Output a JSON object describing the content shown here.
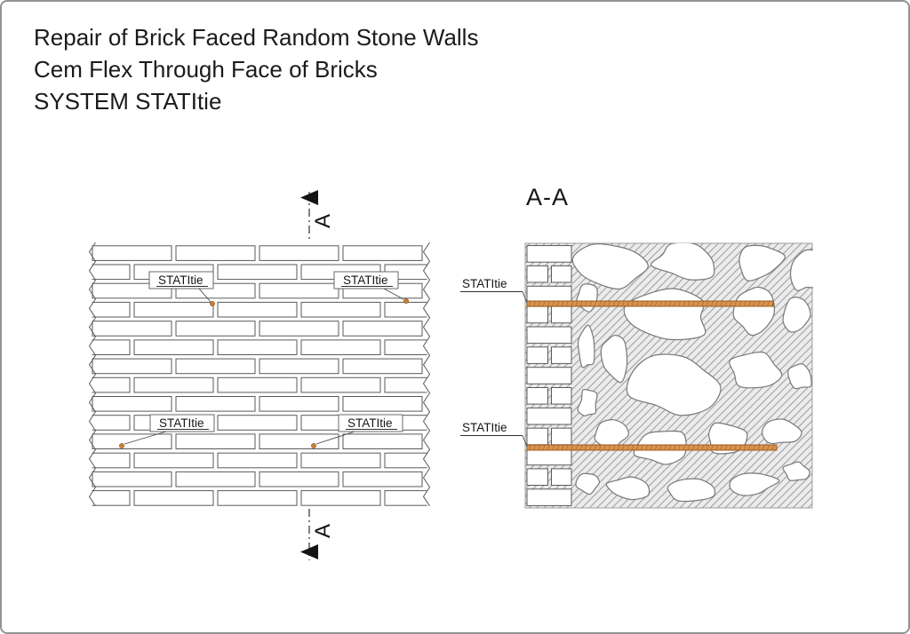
{
  "title": {
    "line1": "Repair of Brick Faced Random Stone Walls",
    "line2": "Cem Flex Through Face of Bricks",
    "line3": "SYSTEM STATItie"
  },
  "elevation_view": {
    "tie_labels": [
      "STATItie",
      "STATItie",
      "STATItie",
      "STATItie"
    ],
    "section_marker_letter": "A"
  },
  "section_view": {
    "title": "A-A",
    "tie_labels": [
      "STATItie",
      "STATItie"
    ]
  },
  "colors": {
    "tie_fill": "#d9924e",
    "tie_stroke": "#9a5c1d",
    "dot_fill": "#cd7f32",
    "line": "#4a4a4a"
  }
}
